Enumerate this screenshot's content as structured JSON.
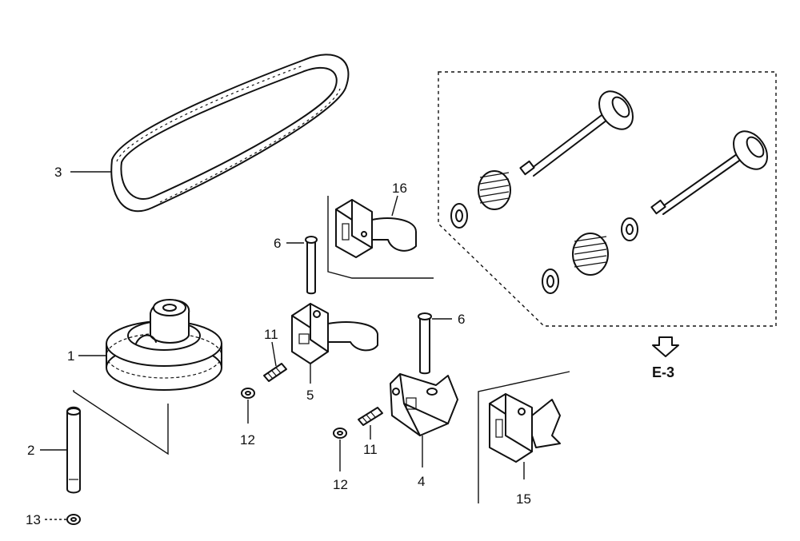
{
  "callouts": {
    "c1": "1",
    "c2": "2",
    "c3": "3",
    "c4": "4",
    "c5": "5",
    "c6a": "6",
    "c6b": "6",
    "c11a": "11",
    "c11b": "11",
    "c12a": "12",
    "c12b": "12",
    "c13": "13",
    "c15": "15",
    "c16": "16"
  },
  "reference": "E-3",
  "icons": {
    "reference_arrow": "hollow-down-arrow-icon"
  }
}
